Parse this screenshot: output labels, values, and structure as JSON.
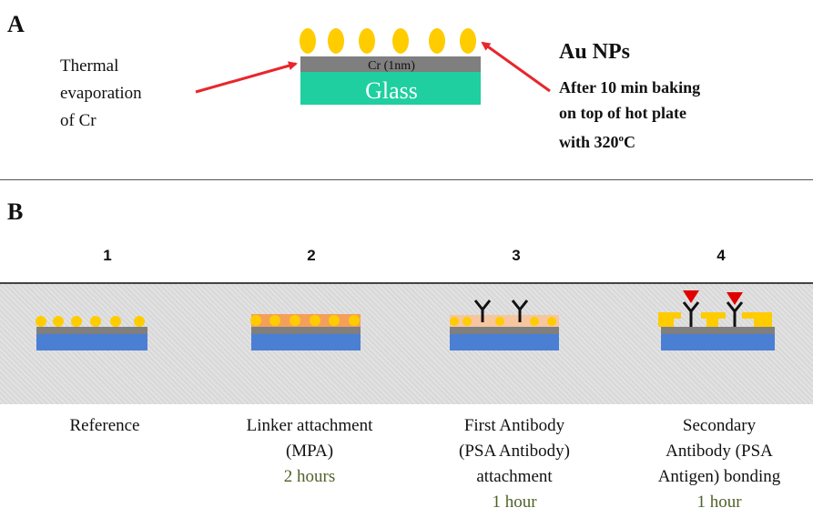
{
  "panel_a": {
    "letter": "A",
    "left_label_lines": [
      "Thermal",
      "evaporation",
      "of Cr"
    ],
    "cr_layer_label": "Cr (1nm)",
    "glass_label": "Glass",
    "np_title": "Au NPs",
    "np_desc_lines": [
      "After 10 min baking",
      "on top of hot plate",
      "with 320"
    ],
    "temp_super": "o",
    "temp_unit": "C"
  },
  "panel_b": {
    "letter": "B",
    "steps": [
      {
        "number": "1",
        "caption_lines": [
          "Reference"
        ],
        "time": ""
      },
      {
        "number": "2",
        "caption_lines": [
          "Linker attachment",
          "(MPA)"
        ],
        "time": "2 hours"
      },
      {
        "number": "3",
        "caption_lines": [
          "First Antibody",
          "(PSA Antibody)",
          "attachment"
        ],
        "time": "1 hour"
      },
      {
        "number": "4",
        "caption_lines": [
          "Secondary",
          "Antibody (PSA",
          "Antigen) bonding"
        ],
        "time": "1 hour"
      }
    ]
  },
  "colors": {
    "nanoparticle": "#ffcc00",
    "chromium": "#7f7f7f",
    "glass": "#1fcf9f",
    "substrate_blue": "#4a7fd4",
    "linker": "#f4a05a",
    "arrow": "#e8262b",
    "antigen": "#e00000",
    "time_text": "#4f6228"
  },
  "icons": [
    "antibody-y-icon",
    "antigen-triangle-icon",
    "arrow-icon"
  ]
}
